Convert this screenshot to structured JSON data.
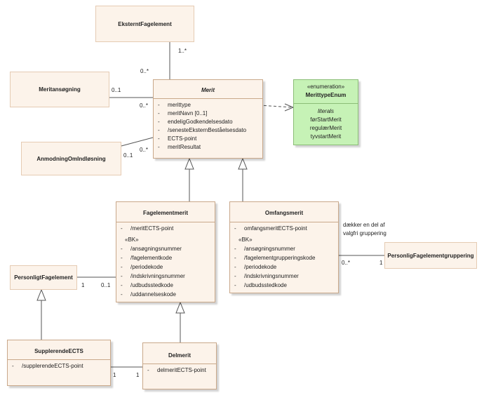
{
  "classes": {
    "eksternt": {
      "name": "EksterntFagelement"
    },
    "meritansogning": {
      "name": "Meritansøgning"
    },
    "anmodning": {
      "name": "AnmodningOmIndløsning"
    },
    "merit": {
      "name": "Merit",
      "attributes": [
        {
          "vis": "-",
          "name": "merittype"
        },
        {
          "vis": "-",
          "name": "meritNavn [0..1]"
        },
        {
          "vis": "-",
          "name": "endeligGodkendelsesdato"
        },
        {
          "vis": "-",
          "name": "/senesteEksternBeståelsesdato"
        },
        {
          "vis": "-",
          "name": "ECTS-point"
        },
        {
          "vis": "-",
          "name": "meritResultat"
        }
      ]
    },
    "enum": {
      "stereotype": "«enumeration»",
      "name": "MerittypeEnum",
      "literals_title": "literals",
      "literals": [
        "førStartMerit",
        "regulærMerit",
        "tyvstartMerit"
      ]
    },
    "fagelementmerit": {
      "name": "Fagelementmerit",
      "attributes": [
        {
          "vis": "-",
          "name": "/meritECTS-point"
        }
      ],
      "stereotype": "«BK»",
      "bk_attributes": [
        {
          "vis": "-",
          "name": "/ansøgningsnummer"
        },
        {
          "vis": "-",
          "name": "/fagelementkode"
        },
        {
          "vis": "-",
          "name": "/periodekode"
        },
        {
          "vis": "-",
          "name": "/indskrivningsnummer"
        },
        {
          "vis": "-",
          "name": "/udbudsstedkode"
        },
        {
          "vis": "-",
          "name": "/uddannelseskode"
        }
      ]
    },
    "omfangsmerit": {
      "name": "Omfangsmerit",
      "attributes": [
        {
          "vis": "-",
          "name": "omfangsmeritECTS-point"
        }
      ],
      "stereotype": "«BK»",
      "bk_attributes": [
        {
          "vis": "-",
          "name": "/ansøgningsnummer"
        },
        {
          "vis": "-",
          "name": "/fagelementgrupperingskode"
        },
        {
          "vis": "-",
          "name": "/periodekode"
        },
        {
          "vis": "-",
          "name": "/indskrivningsnummer"
        },
        {
          "vis": "-",
          "name": "/udbudsstedkode"
        }
      ]
    },
    "personligt": {
      "name": "PersonligtFagelement"
    },
    "gruppering": {
      "name": "PersonligFagelementgruppering"
    },
    "supplerende": {
      "name": "SupplerendeECTS",
      "attributes": [
        {
          "vis": "-",
          "name": "/supplerendeECTS-point"
        }
      ]
    },
    "delmerit": {
      "name": "Delmerit",
      "attributes": [
        {
          "vis": "-",
          "name": "delmeritECTS-point"
        }
      ]
    }
  },
  "multiplicities": {
    "eksternt_top": "1..*",
    "eksternt_merit": "0..*",
    "ansog_left": "0..1",
    "ansog_merit": "0..*",
    "anm_left": "0..1",
    "anm_merit": "0..*",
    "personligt_right": "1",
    "fagelementmerit_left": "0..1",
    "omfang_right": "0..*",
    "gruppering_left": "1",
    "supplerende_right": "1",
    "delmerit_left": "1"
  },
  "association_label": [
    "dække­r en del af",
    "valgfri gruppering"
  ]
}
